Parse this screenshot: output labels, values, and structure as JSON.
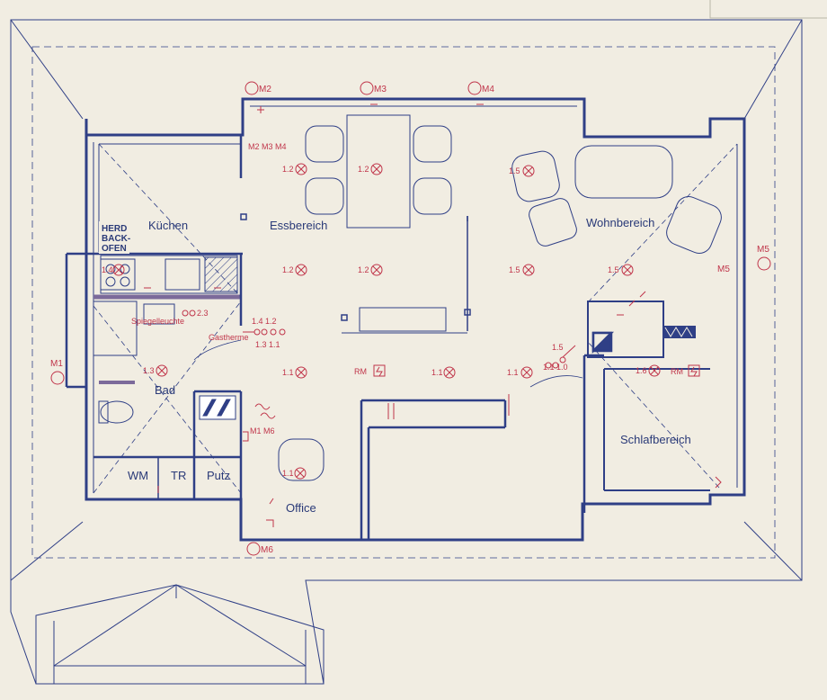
{
  "colors": {
    "paper": "#f1ede2",
    "ink": "#2f3f86",
    "marker": "#c0354a"
  },
  "rooms": {
    "kitchen": "Küchen",
    "dining": "Essbereich",
    "living": "Wohnbereich",
    "bath": "Bad",
    "office": "Office",
    "bedroom": "Schlafbereich"
  },
  "appliance": {
    "line1": "HERD",
    "line2": "BACK-",
    "line3": "OFEN"
  },
  "utility": {
    "wm": "WM",
    "tr": "TR",
    "putz": "Putz"
  },
  "annotations": {
    "mirror_light": "Spiegelleuchte",
    "gas_heater": "Gastherme",
    "motors_kitchen": "M2 M3 M4",
    "motors_bath": "M1 M6"
  },
  "markers": {
    "m1": "M1",
    "m2": "M2",
    "m3": "M3",
    "m4": "M4",
    "m5": "M5",
    "m6": "M6",
    "m5_side": "M5"
  },
  "smoke_detectors": {
    "office": "RM",
    "bedroom": "RM"
  },
  "lights": {
    "l_din_1": "1.2",
    "l_din_2": "1.2",
    "l_din_3": "1.2",
    "l_din_4": "1.2",
    "l_liv_1": "1.5",
    "l_liv_2": "1.5",
    "l_liv_3": "1.5",
    "l_kit": "1.4",
    "l_bath": "1.3",
    "l_hall_1": "1.1",
    "l_hall_2": "1.1",
    "l_hall_3": "1.1",
    "l_off": "1.1",
    "l_bed": "1.6"
  },
  "switch_groups": {
    "sg1_top": "1.4   1.2",
    "sg1_bottom": "1.3   1.1",
    "sg2_top": "1.5",
    "sg2_bottom": "1.1   1.0",
    "kitchen_switch": "2.3"
  }
}
